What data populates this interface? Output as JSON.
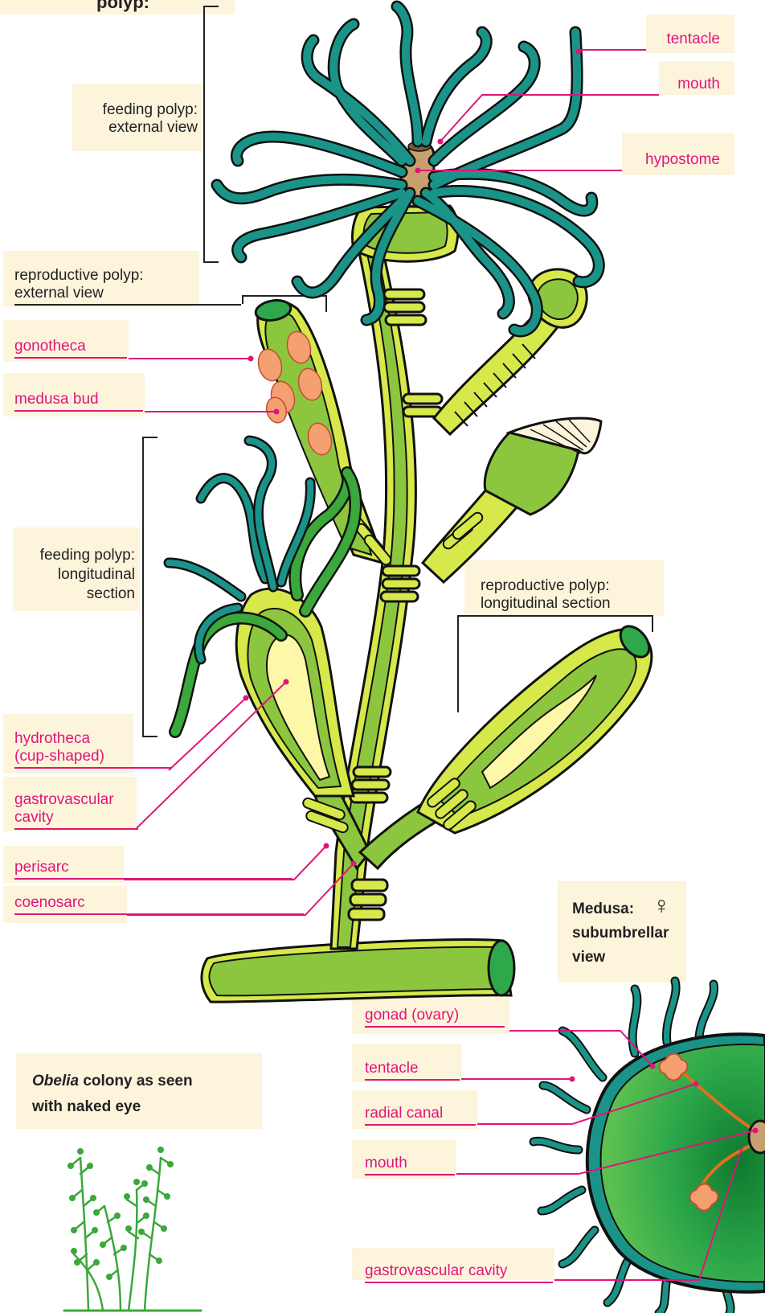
{
  "labels": {
    "top_title": "polyp:",
    "feeding_external": [
      "feeding polyp:",
      "external view"
    ],
    "tentacle_top": "tentacle",
    "mouth_top": "mouth",
    "hypostome": "hypostome",
    "reproductive_external": [
      "reproductive polyp:",
      "external view"
    ],
    "gonotheca": "gonotheca",
    "medusa_bud": "medusa bud",
    "feeding_longitudinal": [
      "feeding polyp:",
      "longitudinal",
      "section"
    ],
    "reproductive_longitudinal": [
      "reproductive polyp:",
      "longitudinal section"
    ],
    "hydrotheca": [
      "hydrotheca",
      "(cup-shaped)"
    ],
    "gastrovascular_cavity_left": [
      "gastrovascular",
      "cavity"
    ],
    "perisarc": "perisarc",
    "coenosarc": "coenosarc",
    "medusa_title": [
      "Medusa:",
      "♀",
      "subumbrellar",
      "view"
    ],
    "gonad": "gonad (ovary)",
    "tentacle_medusa": "tentacle",
    "radial_canal": "radial canal",
    "mouth_medusa": "mouth",
    "gastrovascular_cavity_medusa": "gastrovascular cavity",
    "colony_caption": [
      "Obelia",
      "colony as seen",
      "with naked eye"
    ]
  },
  "colors": {
    "label_pink": "#e0157a",
    "label_bg": "#fdf4dc",
    "body_green": "#8cc63f",
    "perisarc_yellow": "#d6e84a",
    "tentacle_teal": "#1a9488",
    "bud_orange": "#f4a070",
    "cavity_yellow": "#fdf7a8",
    "hypostome_tan": "#c8a070",
    "medusa_green": "#2ea84a",
    "colony_green": "#3aa83a"
  }
}
